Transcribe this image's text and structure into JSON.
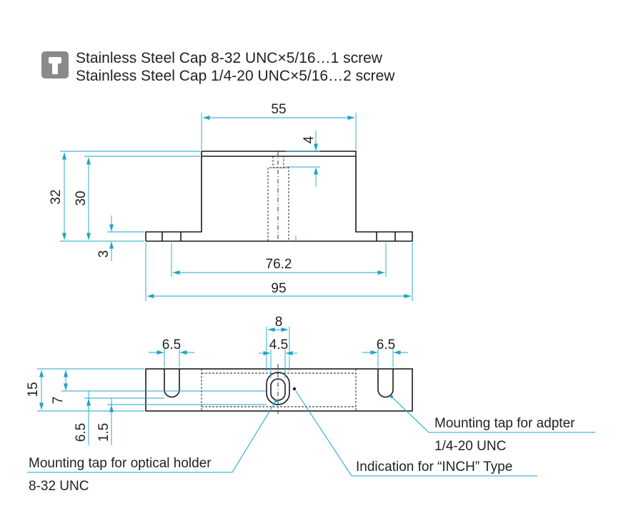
{
  "header": {
    "icon": "screw-icon",
    "line1": "Stainless Steel Cap 8-32 UNC×5/16…1 screw",
    "line2": "Stainless Steel Cap 1/4-20 UNC×5/16…2 screw"
  },
  "front_view": {
    "dim_top_width": "55",
    "dim_plate": "4",
    "dim_height_total": "32",
    "dim_height_body": "30",
    "dim_base": "3",
    "dim_hole_pitch": "76.2",
    "dim_total_width": "95"
  },
  "top_view": {
    "dim_center_width": "8",
    "dim_center_slot": "4.5",
    "dim_left_slot": "6.5",
    "dim_right_slot": "6.5",
    "dim_depth": "15",
    "dim_center_y": "7",
    "dim_slot_depth": "6.5",
    "dim_hole_offset": "1.5"
  },
  "annotations": {
    "adapter_tap": "Mounting tap for adpter",
    "adapter_tap_spec": "1/4-20 UNC",
    "optical_tap": "Mounting tap for optical holder",
    "optical_tap_spec": "8-32 UNC",
    "inch_mark": "Indication for “INCH” Type"
  },
  "colors": {
    "dimension": "#1aa5c8",
    "outline": "#1a1a1a",
    "icon": "#8a8a8a"
  }
}
